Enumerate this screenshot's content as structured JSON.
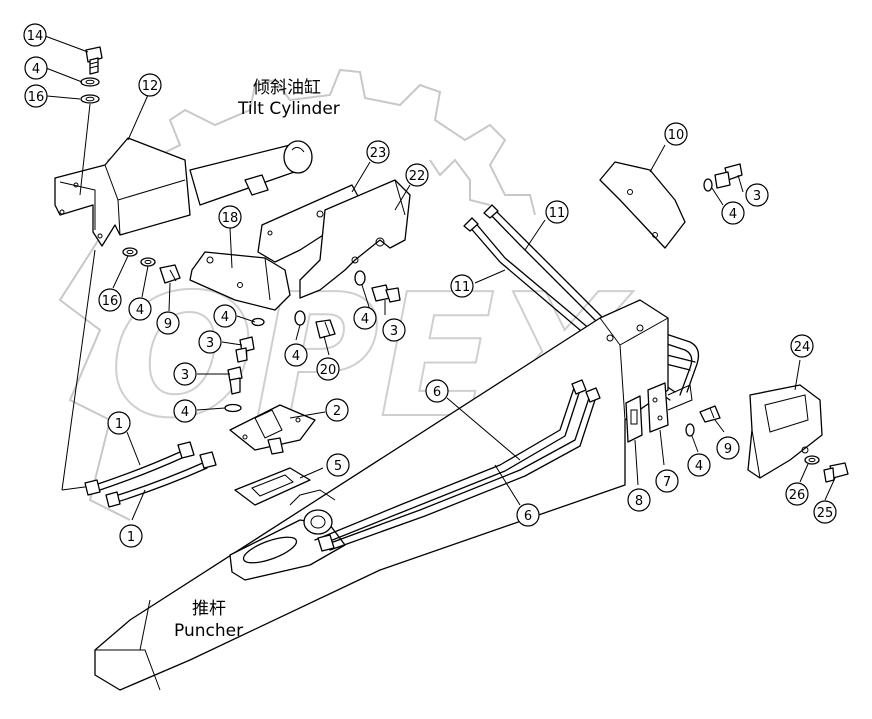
{
  "watermark": "OPEX",
  "labels": {
    "tilt_cylinder_cn": "倾斜油缸",
    "tilt_cylinder_en": "Tilt Cylinder",
    "puncher_cn": "推杆",
    "puncher_en": "Puncher"
  },
  "callouts": [
    {
      "id": "c14",
      "text": "14"
    },
    {
      "id": "c4a",
      "text": "4"
    },
    {
      "id": "c16a",
      "text": "16"
    },
    {
      "id": "c12",
      "text": "12"
    },
    {
      "id": "c23",
      "text": "23"
    },
    {
      "id": "c22",
      "text": "22"
    },
    {
      "id": "c18",
      "text": "18"
    },
    {
      "id": "c10",
      "text": "10"
    },
    {
      "id": "c3a",
      "text": "3"
    },
    {
      "id": "c4b",
      "text": "4"
    },
    {
      "id": "c11a",
      "text": "11"
    },
    {
      "id": "c11b",
      "text": "11"
    },
    {
      "id": "c16b",
      "text": "16"
    },
    {
      "id": "c4c",
      "text": "4"
    },
    {
      "id": "c9a",
      "text": "9"
    },
    {
      "id": "c4d",
      "text": "4"
    },
    {
      "id": "c3b",
      "text": "3"
    },
    {
      "id": "c4e",
      "text": "4"
    },
    {
      "id": "c4f",
      "text": "4"
    },
    {
      "id": "c3c",
      "text": "3"
    },
    {
      "id": "c20",
      "text": "20"
    },
    {
      "id": "c3d",
      "text": "3"
    },
    {
      "id": "c4g",
      "text": "4"
    },
    {
      "id": "c2",
      "text": "2"
    },
    {
      "id": "c1a",
      "text": "1"
    },
    {
      "id": "c1b",
      "text": "1"
    },
    {
      "id": "c5",
      "text": "5"
    },
    {
      "id": "c6a",
      "text": "6"
    },
    {
      "id": "c6b",
      "text": "6"
    },
    {
      "id": "c24",
      "text": "24"
    },
    {
      "id": "c8",
      "text": "8"
    },
    {
      "id": "c7",
      "text": "7"
    },
    {
      "id": "c9b",
      "text": "9"
    },
    {
      "id": "c4h",
      "text": "4"
    },
    {
      "id": "c26",
      "text": "26"
    },
    {
      "id": "c25",
      "text": "25"
    }
  ]
}
